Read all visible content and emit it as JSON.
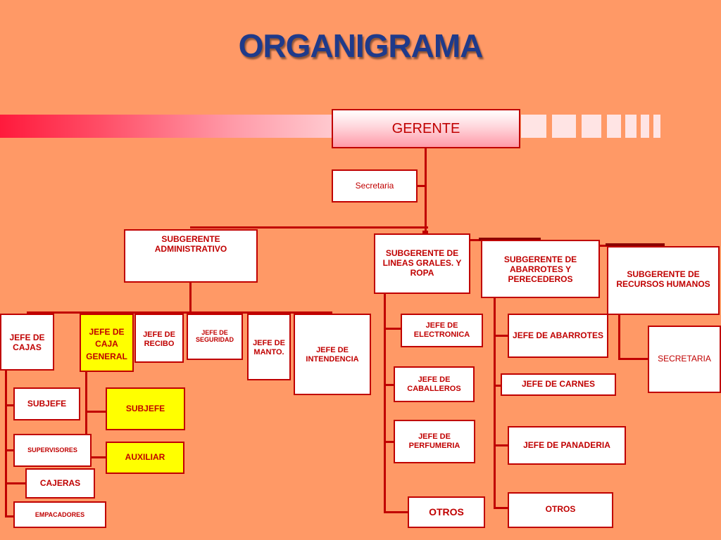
{
  "title": "ORGANIGRAMA",
  "colors": {
    "background": "#ff9966",
    "border": "#c00000",
    "title": "#1f3a8a",
    "highlight": "#ffff00"
  },
  "nodes": {
    "gerente": "GERENTE",
    "secretaria": "Secretaria",
    "sub_admin": "SUBGERENTE ADMINISTRATIVO",
    "sub_lineas": "SUBGERENTE DE LINEAS GRALES. Y ROPA",
    "sub_abarrotes": "SUBGERENTE DE ABARROTES Y PERECEDEROS",
    "sub_rrhh": "SUBGERENTE DE RECURSOS HUMANOS",
    "jefe_cajas": "JEFE DE CAJAS",
    "jefe_caja_general": "JEFE DE CAJA GENERAL",
    "jefe_recibo": "JEFE DE RECIBO",
    "jefe_seguridad": "JEFE DE SEGURIDAD",
    "jefe_manto": "JEFE DE MANTO.",
    "jefe_intendencia": "JEFE DE INTENDENCIA",
    "subjefe_cajas": "SUBJEFE",
    "supervisores": "SUPERVISORES",
    "cajeras": "CAJERAS",
    "empacadores": "EMPACADORES",
    "subjefe_caja_general": "SUBJEFE",
    "auxiliar": "AUXILIAR",
    "jefe_electronica": "JEFE DE ELECTRONICA",
    "jefe_caballeros": "JEFE DE CABALLEROS",
    "jefe_perfumeria": "JEFE DE PERFUMERIA",
    "otros_lineas": "OTROS",
    "jefe_abarrotes": "JEFE DE ABARROTES",
    "jefe_carnes": "JEFE DE CARNES",
    "jefe_panaderia": "JEFE DE PANADERIA",
    "otros_abarrotes": "OTROS",
    "secretaria_rrhh": "SECRETARIA"
  }
}
